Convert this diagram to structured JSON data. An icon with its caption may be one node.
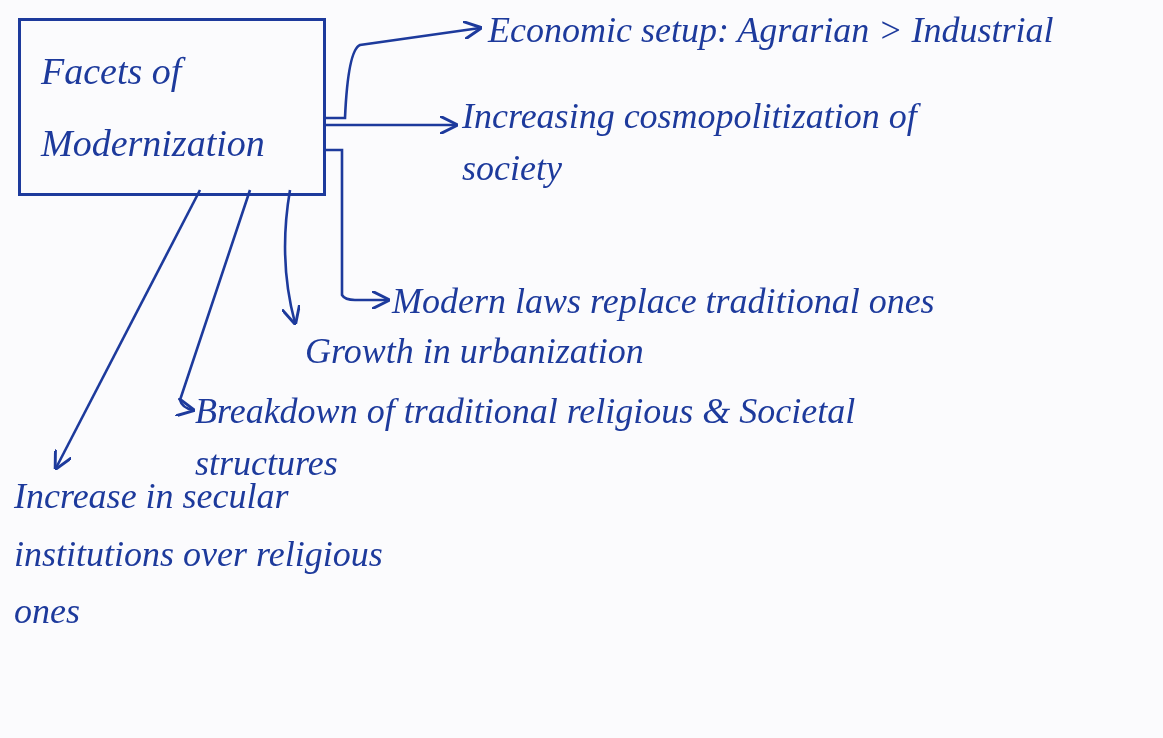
{
  "diagram": {
    "nodes": [
      {
        "text": [
          "Facets of Modernization"
        ]
      },
      {
        "text": [
          "Economic setup: Agrarian > Industrial"
        ]
      },
      {
        "text": [
          "Increasing cosmopolitization of society"
        ]
      },
      {
        "text": [
          "Modern laws replace traditional ones"
        ]
      },
      {
        "text": [
          "Growth in urbanization"
        ]
      },
      {
        "text": [
          "Breakdown of traditional religious & Societal structures"
        ]
      },
      {
        "text": [
          "Increase in secular institutions over religious ones"
        ]
      }
    ],
    "edges": [
      {
        "from": 0,
        "to": 1,
        "arrow": "to"
      },
      {
        "from": 0,
        "to": 2,
        "arrow": "to"
      },
      {
        "from": 0,
        "to": 3,
        "arrow": "to"
      },
      {
        "from": 0,
        "to": 4,
        "arrow": "to"
      },
      {
        "from": 0,
        "to": 5,
        "arrow": "to"
      },
      {
        "from": 0,
        "to": 6,
        "arrow": "to"
      }
    ]
  }
}
